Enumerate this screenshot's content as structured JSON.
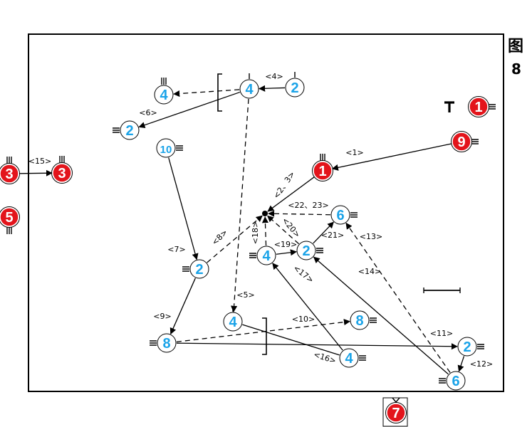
{
  "figure": {
    "char": "图",
    "number": "8"
  },
  "colors": {
    "blue_node_fill": "#ffffff",
    "blue_node_text": "#1aa3e8",
    "red_node_fill": "#e3141b",
    "red_node_text": "#ffffff",
    "line": "#000000"
  },
  "nodes": [
    {
      "id": "n4_top_left",
      "text": "4",
      "team": "blue"
    },
    {
      "id": "n4_top_mid",
      "text": "4",
      "team": "blue"
    },
    {
      "id": "n2_top_right",
      "text": "2",
      "team": "blue"
    },
    {
      "id": "n2_left",
      "text": "2",
      "team": "blue"
    },
    {
      "id": "n10",
      "text": "10",
      "team": "blue"
    },
    {
      "id": "n2_mid",
      "text": "2",
      "team": "blue"
    },
    {
      "id": "n8_bottom",
      "text": "8",
      "team": "blue"
    },
    {
      "id": "n4_bottom_mid",
      "text": "4",
      "team": "blue"
    },
    {
      "id": "n8_right",
      "text": "8",
      "team": "blue"
    },
    {
      "id": "n4_bottom_right",
      "text": "4",
      "team": "blue"
    },
    {
      "id": "n6_center",
      "text": "6",
      "team": "blue"
    },
    {
      "id": "n4_center",
      "text": "4",
      "team": "blue"
    },
    {
      "id": "n2_center",
      "text": "2",
      "team": "blue"
    },
    {
      "id": "n2_far_right",
      "text": "2",
      "team": "blue"
    },
    {
      "id": "n6_bottom_right",
      "text": "6",
      "team": "blue"
    },
    {
      "id": "r1_corner",
      "text": "1",
      "team": "red"
    },
    {
      "id": "r9",
      "text": "9",
      "team": "red"
    },
    {
      "id": "r1_center",
      "text": "1",
      "team": "red"
    },
    {
      "id": "r3_left",
      "text": "3",
      "team": "red"
    },
    {
      "id": "r3_right",
      "text": "3",
      "team": "red"
    },
    {
      "id": "r5",
      "text": "5",
      "team": "red"
    },
    {
      "id": "r7",
      "text": "7",
      "team": "red"
    }
  ],
  "edges": [
    {
      "id": "e1",
      "label": "<1>",
      "style": "solid"
    },
    {
      "id": "e2_3",
      "label": "<2、3>",
      "style": "solid"
    },
    {
      "id": "e4",
      "label": "<4>",
      "style": "solid"
    },
    {
      "id": "e5",
      "label": "<5>",
      "style": "dashed"
    },
    {
      "id": "e6",
      "label": "<6>",
      "style": "solid"
    },
    {
      "id": "e7",
      "label": "<7>",
      "style": "solid"
    },
    {
      "id": "e8",
      "label": "<8>",
      "style": "dashed"
    },
    {
      "id": "e9",
      "label": "<9>",
      "style": "solid"
    },
    {
      "id": "e10",
      "label": "<10>",
      "style": "dashed"
    },
    {
      "id": "e11",
      "label": "<11>",
      "style": "solid"
    },
    {
      "id": "e12",
      "label": "<12>",
      "style": "solid"
    },
    {
      "id": "e13",
      "label": "<13>",
      "style": "dashed"
    },
    {
      "id": "e14",
      "label": "<14>",
      "style": "solid"
    },
    {
      "id": "e15",
      "label": "<15>",
      "style": "solid"
    },
    {
      "id": "e16",
      "label": "<16>",
      "style": "solid"
    },
    {
      "id": "e17",
      "label": "<17>",
      "style": "solid"
    },
    {
      "id": "e18",
      "label": "<18>",
      "style": "dashed"
    },
    {
      "id": "e19",
      "label": "<19>",
      "style": "solid"
    },
    {
      "id": "e20",
      "label": "<20>",
      "style": "dashed"
    },
    {
      "id": "e21",
      "label": "<21>",
      "style": "solid"
    },
    {
      "id": "e22_23",
      "label": "<22、23>",
      "style": "dashed"
    },
    {
      "id": "e_top_dashed",
      "label": "",
      "style": "dashed"
    }
  ]
}
